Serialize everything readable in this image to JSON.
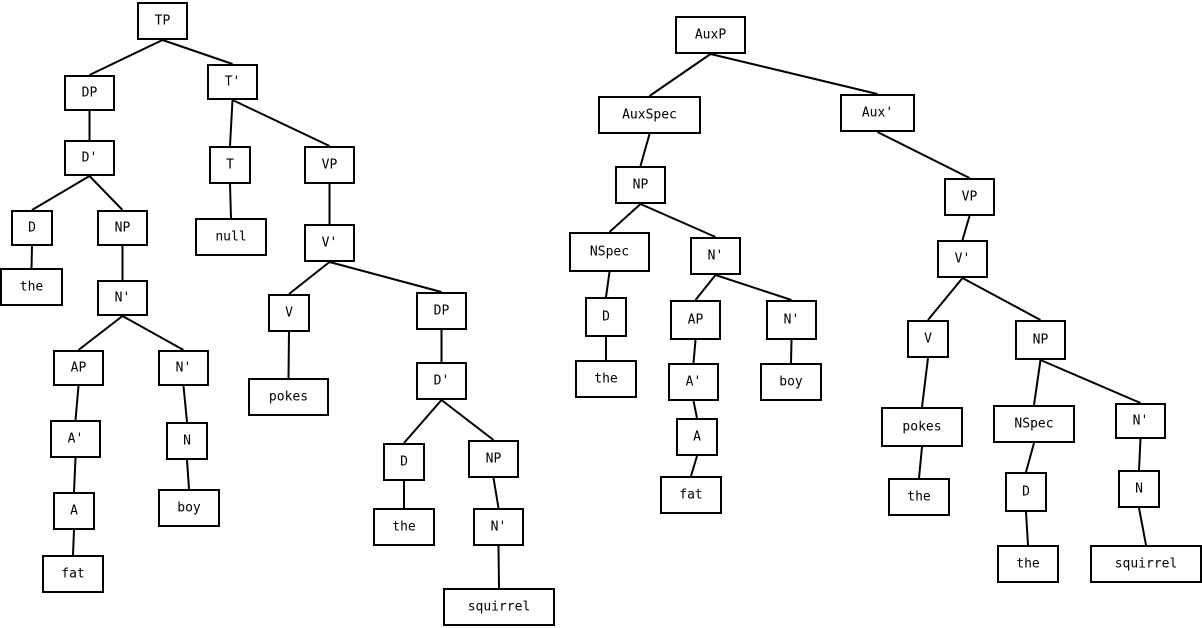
{
  "trees": [
    {
      "id": "tp-tree",
      "nodes": [
        {
          "id": "tp",
          "label": "TP"
        },
        {
          "id": "dp1",
          "label": "DP",
          "parent": "tp"
        },
        {
          "id": "dbar1",
          "label": "D'",
          "parent": "dp1"
        },
        {
          "id": "d1",
          "label": "D",
          "parent": "dbar1"
        },
        {
          "id": "the1",
          "label": "the",
          "parent": "d1"
        },
        {
          "id": "np1",
          "label": "NP",
          "parent": "dbar1"
        },
        {
          "id": "nbar1",
          "label": "N'",
          "parent": "np1"
        },
        {
          "id": "ap1",
          "label": "AP",
          "parent": "nbar1"
        },
        {
          "id": "abar1",
          "label": "A'",
          "parent": "ap1"
        },
        {
          "id": "a1",
          "label": "A",
          "parent": "abar1"
        },
        {
          "id": "fat1",
          "label": "fat",
          "parent": "a1"
        },
        {
          "id": "nbar2",
          "label": "N'",
          "parent": "nbar1"
        },
        {
          "id": "n1",
          "label": "N",
          "parent": "nbar2"
        },
        {
          "id": "boy1",
          "label": "boy",
          "parent": "n1"
        },
        {
          "id": "tbar",
          "label": "T'",
          "parent": "tp"
        },
        {
          "id": "t",
          "label": "T",
          "parent": "tbar"
        },
        {
          "id": "null",
          "label": "null",
          "parent": "t"
        },
        {
          "id": "vp1",
          "label": "VP",
          "parent": "tbar"
        },
        {
          "id": "vbar1",
          "label": "V'",
          "parent": "vp1"
        },
        {
          "id": "v1",
          "label": "V",
          "parent": "vbar1"
        },
        {
          "id": "pokes1",
          "label": "pokes",
          "parent": "v1"
        },
        {
          "id": "dp2",
          "label": "DP",
          "parent": "vbar1"
        },
        {
          "id": "dbar2",
          "label": "D'",
          "parent": "dp2"
        },
        {
          "id": "d2",
          "label": "D",
          "parent": "dbar2"
        },
        {
          "id": "the2",
          "label": "the",
          "parent": "d2"
        },
        {
          "id": "np2",
          "label": "NP",
          "parent": "dbar2"
        },
        {
          "id": "nbar3",
          "label": "N'",
          "parent": "np2"
        },
        {
          "id": "squirrel1",
          "label": "squirrel",
          "parent": "nbar3"
        }
      ]
    },
    {
      "id": "auxp-tree",
      "nodes": [
        {
          "id": "auxp",
          "label": "AuxP"
        },
        {
          "id": "auxspec",
          "label": "AuxSpec",
          "parent": "auxp"
        },
        {
          "id": "np3",
          "label": "NP",
          "parent": "auxspec"
        },
        {
          "id": "nspec1",
          "label": "NSpec",
          "parent": "np3"
        },
        {
          "id": "d3",
          "label": "D",
          "parent": "nspec1"
        },
        {
          "id": "the3",
          "label": "the",
          "parent": "d3"
        },
        {
          "id": "nbar4",
          "label": "N'",
          "parent": "np3"
        },
        {
          "id": "ap2",
          "label": "AP",
          "parent": "nbar4"
        },
        {
          "id": "abar2",
          "label": "A'",
          "parent": "ap2"
        },
        {
          "id": "a2",
          "label": "A",
          "parent": "abar2"
        },
        {
          "id": "fat2",
          "label": "fat",
          "parent": "a2"
        },
        {
          "id": "nbar5",
          "label": "N'",
          "parent": "nbar4"
        },
        {
          "id": "boy2",
          "label": "boy",
          "parent": "nbar5"
        },
        {
          "id": "auxbar",
          "label": "Aux'",
          "parent": "auxp"
        },
        {
          "id": "vp2",
          "label": "VP",
          "parent": "auxbar"
        },
        {
          "id": "vbar2",
          "label": "V'",
          "parent": "vp2"
        },
        {
          "id": "v2",
          "label": "V",
          "parent": "vbar2"
        },
        {
          "id": "pokes2",
          "label": "pokes",
          "parent": "v2"
        },
        {
          "id": "the4",
          "label": "the",
          "parent": "pokes2"
        },
        {
          "id": "np4",
          "label": "NP",
          "parent": "vbar2"
        },
        {
          "id": "nspec2",
          "label": "NSpec",
          "parent": "np4"
        },
        {
          "id": "d4",
          "label": "D",
          "parent": "nspec2"
        },
        {
          "id": "the5",
          "label": "the",
          "parent": "d4"
        },
        {
          "id": "nbar6",
          "label": "N'",
          "parent": "np4"
        },
        {
          "id": "n2",
          "label": "N",
          "parent": "nbar6"
        },
        {
          "id": "squirrel2",
          "label": "squirrel",
          "parent": "n2"
        }
      ]
    }
  ]
}
